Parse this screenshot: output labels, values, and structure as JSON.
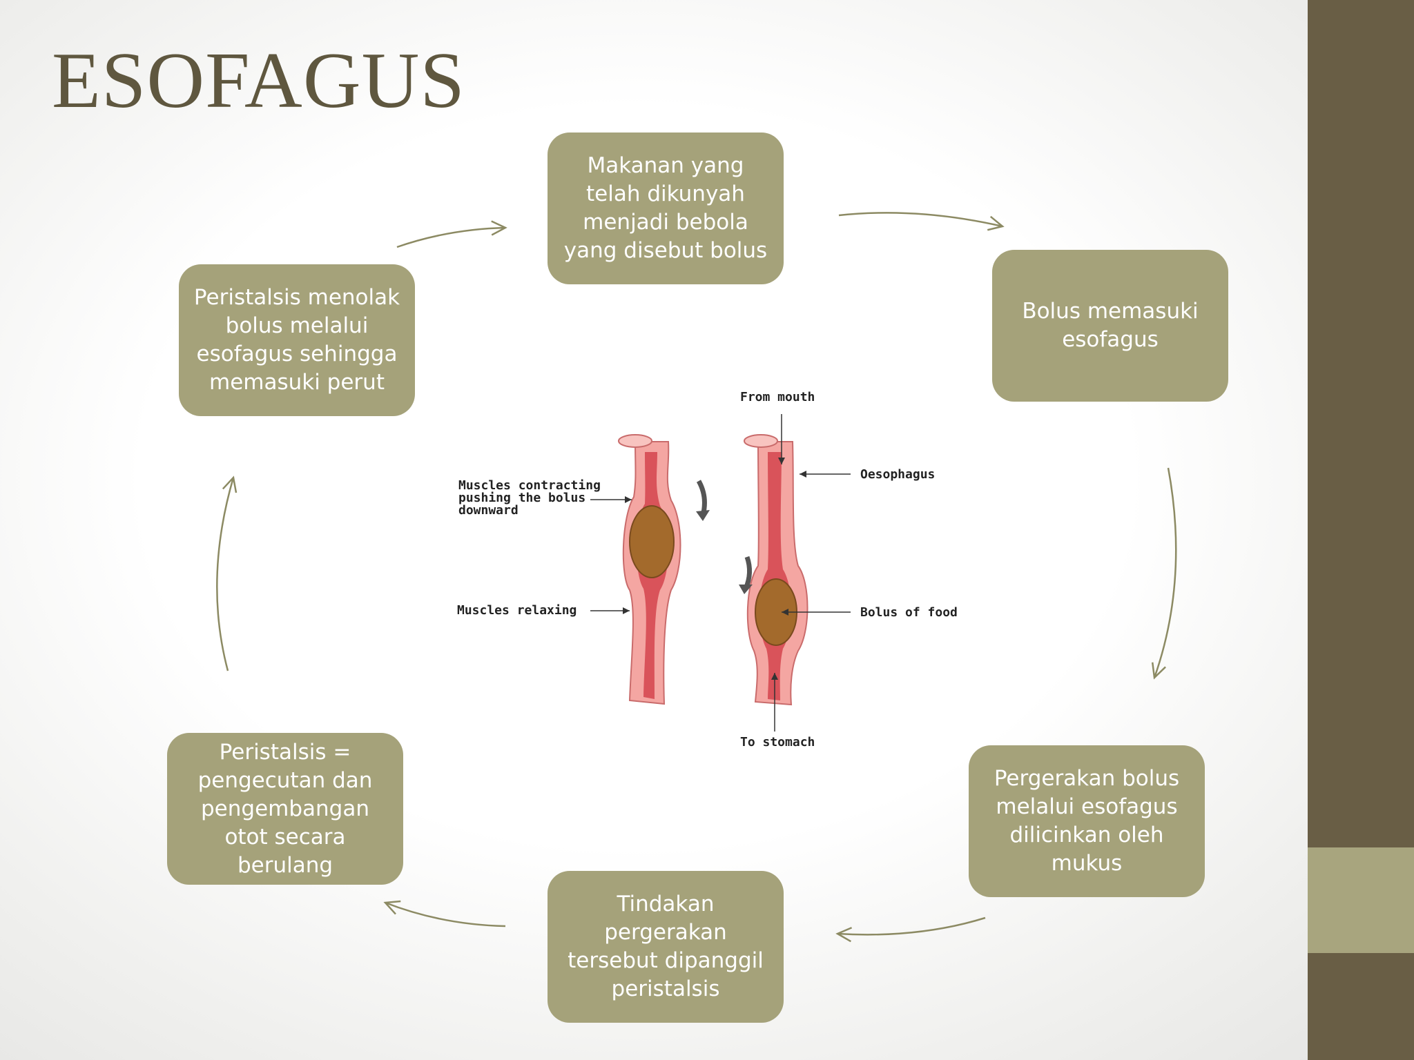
{
  "title": "ESOFAGUS",
  "steps": {
    "top": "Makanan yang telah dikunyah menjadi bebola yang disebut bolus",
    "right_upper": "Bolus memasuki esofagus",
    "right_lower": "Pergerakan bolus melalui  esofagus dilicinkan oleh mukus",
    "bottom": "Tindakan pergerakan tersebut dipanggil peristalsis",
    "left_lower": "Peristalsis  = pengecutan dan pengembangan otot secara berulang",
    "left_upper": "Peristalsis menolak bolus melalui esofagus sehingga memasuki perut"
  },
  "illustration": {
    "from_mouth": "From mouth",
    "oesophagus": "Oesophagus",
    "bolus_of_food": "Bolus of food",
    "to_stomach": "To stomach",
    "muscles_contracting_1": "Muscles contracting",
    "muscles_contracting_2": "pushing the bolus",
    "muscles_contracting_3": "downward",
    "muscles_relaxing": "Muscles relaxing"
  },
  "colors": {
    "box_fill": "#a5a27a",
    "title": "#5f573f",
    "sidebar": "#695e45",
    "sidebar_accent": "#a8a57e",
    "arrow": "#8c8a63",
    "tube_outer": "#f4a6a2",
    "tube_inner": "#d9535a",
    "bolus": "#a36a2c"
  }
}
